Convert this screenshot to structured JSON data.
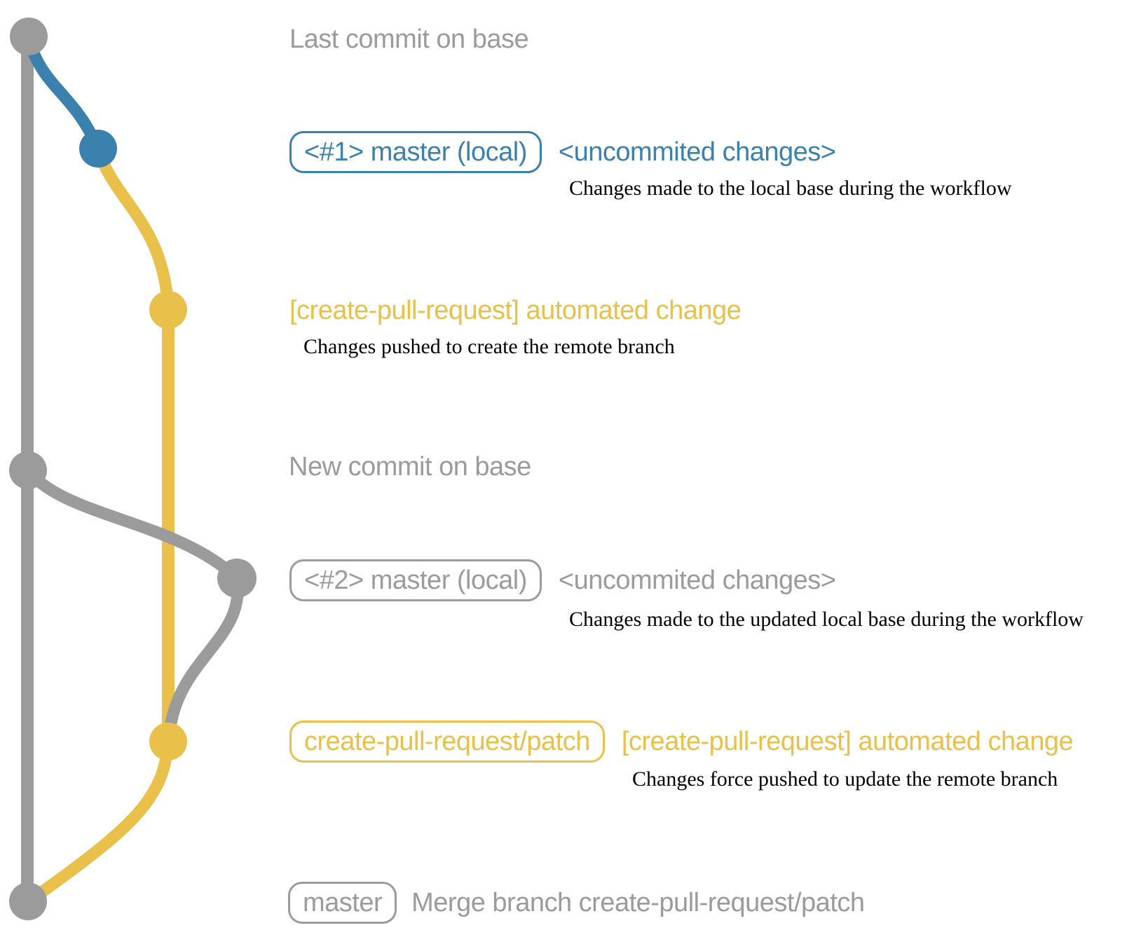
{
  "graph": {
    "colors": {
      "gray": "#9b9b9b",
      "blue": "#3a81ad",
      "yellow": "#e8c04a"
    }
  },
  "rows": {
    "last_commit": {
      "label": "Last commit on base"
    },
    "local1": {
      "badge": "<#1> master (local)",
      "title": "<uncommited changes>",
      "note": "Changes made to the local base during the workflow"
    },
    "remote1": {
      "title": "[create-pull-request] automated change",
      "note": "Changes pushed to create the remote branch"
    },
    "new_commit": {
      "label": "New commit on base"
    },
    "local2": {
      "badge": "<#2> master (local)",
      "title": "<uncommited changes>",
      "note": "Changes made to the updated local base during the workflow"
    },
    "remote2": {
      "badge": "create-pull-request/patch",
      "title": "[create-pull-request] automated change",
      "note": "Changes force pushed to update the remote branch"
    },
    "merge": {
      "badge": "master",
      "title": "Merge branch create-pull-request/patch"
    }
  }
}
